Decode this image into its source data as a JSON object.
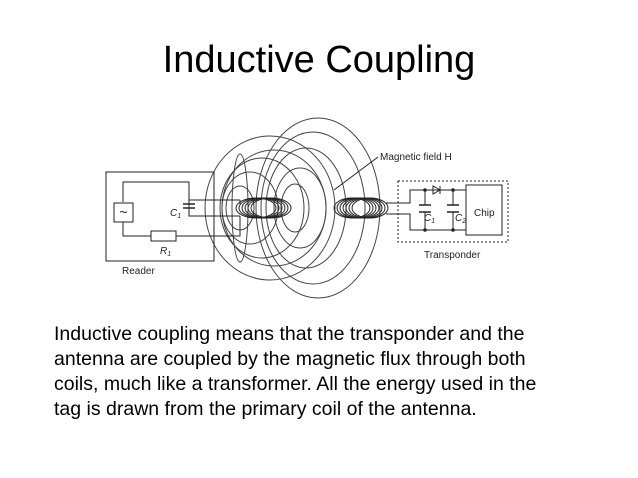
{
  "slide": {
    "title": "Inductive Coupling",
    "body": "Inductive coupling means that the transponder and the\nantenna are coupled by the magnetic flux through both\ncoils, much like a transformer. All the energy used in the\ntag is drawn from the primary coil of the antenna."
  },
  "diagram": {
    "magnetic_field_label": "Magnetic field H",
    "reader_label": "Reader",
    "transponder_label": "Transponder",
    "chip_label": "Chip",
    "source_symbol": "~",
    "c1_reader": {
      "main": "C",
      "sub": "1"
    },
    "r1": {
      "main": "R",
      "sub": "1"
    },
    "c1_tag": {
      "main": "C",
      "sub": "1"
    },
    "c2_tag": {
      "main": "C",
      "sub": "2"
    }
  }
}
